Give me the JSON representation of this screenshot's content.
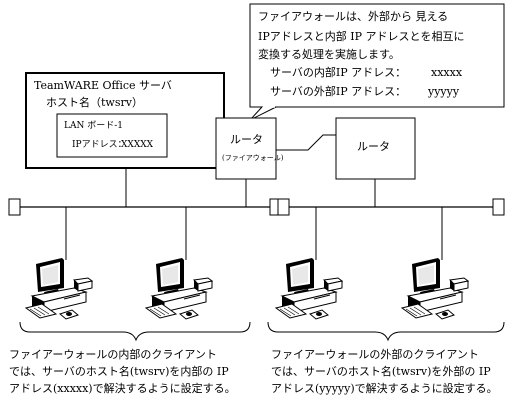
{
  "callout": {
    "line1": "ファイアウォールは、外部から 見える",
    "line2": "IPアドレスと内部 IP アドレスとを相互に",
    "line3": "変換する処理を実施します。",
    "inner_label": "サーバの内部IP アドレス：",
    "inner_value": "xxxxx",
    "outer_label": "サーバの外部IP アドレス：",
    "outer_value": "yyyyy"
  },
  "server": {
    "title": "TeamWARE Office サーバ",
    "host": "ホスト名（twsrv）",
    "lan_board": "LAN ボード-1",
    "ip_label": "IPアドレス：",
    "ip_value": "XXXXX"
  },
  "router_firewall": {
    "label": "ルータ",
    "sublabel": "(ファイアウォール)"
  },
  "router": {
    "label": "ルータ"
  },
  "caption_inner": {
    "line1": "ファイアーウォールの内部のクライアント",
    "line2": "では、サーバのホスト名(twsrv)を内部の IP",
    "line3": "アドレス(xxxxx)で解決するように設定する。"
  },
  "caption_outer": {
    "line1": "ファイアーウォールの外部のクライアント",
    "line2": "では、サーバのホスト名(twsrv)を外部の IP",
    "line3": "アドレス(yyyyy)で解決するように設定する。"
  }
}
